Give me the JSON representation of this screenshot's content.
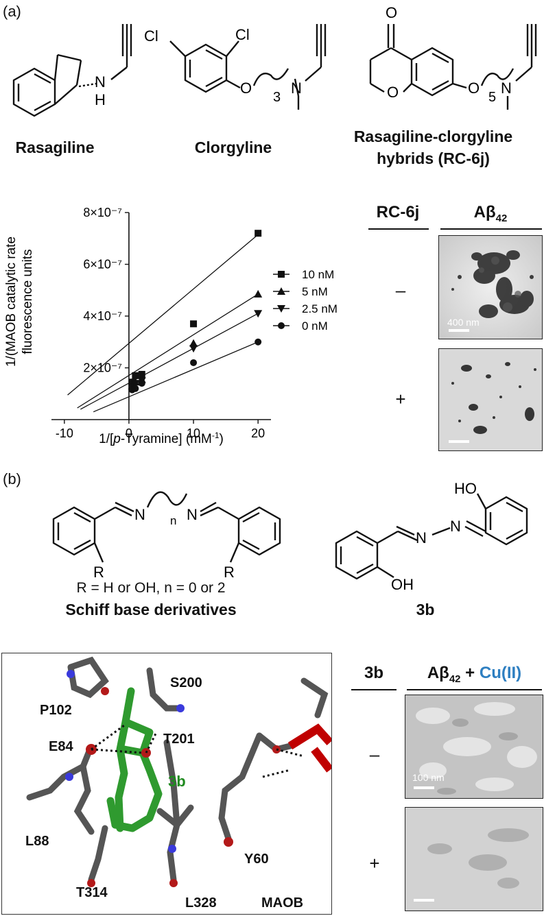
{
  "panel_a": {
    "label": "(a)",
    "compounds": {
      "rasagiline": "Rasagiline",
      "clorgyline": "Clorgyline",
      "hybrid_line1": "Rasagiline-clorgyline",
      "hybrid_line2_prefix": "hybrids (",
      "hybrid_line2_name": "RC-6j",
      "hybrid_line2_suffix": ")"
    },
    "struct_labels": {
      "nh_n": "N",
      "nh_h": "H",
      "cl1": "Cl",
      "cl2": "Cl",
      "o_clorg": "O",
      "n_clorg": "N",
      "sub_clorg": "3",
      "o_keto": "O",
      "o_ring": "O",
      "o_hyb": "O",
      "n_hyb": "N",
      "sub_hyb": "5"
    },
    "em_table": {
      "col1": "RC-6j",
      "col2_base": "Aβ",
      "col2_sub": "42",
      "rows": [
        "–",
        "+"
      ],
      "scale_label": "400 nm"
    }
  },
  "chart_data": {
    "type": "scatter",
    "xlabel_prefix": "1/[",
    "xlabel_italic": "p",
    "xlabel_suffix": "-Tyramine] (mM",
    "xlabel_sup": "-1",
    "xlabel_end": ")",
    "ylabel_line1": "1/(MAOB catalytic rate",
    "ylabel_line2": "fluorescence units",
    "xlim": [
      -12,
      22
    ],
    "ylim": [
      0,
      8e-07
    ],
    "xticks": [
      -10,
      0,
      10,
      20
    ],
    "xtick_labels": [
      "-10",
      "0",
      "10",
      "20"
    ],
    "yticks": [
      2e-07,
      4e-07,
      6e-07,
      8e-07
    ],
    "ytick_labels": [
      "2×10⁻⁷",
      "4×10⁻⁷",
      "6×10⁻⁷",
      "8×10⁻⁷"
    ],
    "legend_position": "right",
    "series": [
      {
        "name": "10 nM",
        "marker": "square",
        "x": [
          0.5,
          1,
          2,
          10,
          20
        ],
        "y": [
          1.45e-07,
          1.7e-07,
          1.75e-07,
          3.7e-07,
          7.2e-07
        ],
        "line_x": [
          -9.5,
          20
        ],
        "line_y": [
          9.5e-08,
          7.15e-07
        ]
      },
      {
        "name": "5 nM",
        "marker": "triangle-up",
        "x": [
          0.5,
          1,
          2,
          10,
          20
        ],
        "y": [
          1.3e-07,
          1.45e-07,
          1.55e-07,
          2.95e-07,
          4.85e-07
        ],
        "line_x": [
          -8,
          20
        ],
        "line_y": [
          4.5e-08,
          4.85e-07
        ]
      },
      {
        "name": "2.5 nM",
        "marker": "triangle-down",
        "x": [
          0.5,
          1,
          2,
          10,
          20
        ],
        "y": [
          1.25e-07,
          1.4e-07,
          1.5e-07,
          2.75e-07,
          4.1e-07
        ],
        "line_x": [
          -7.5,
          20
        ],
        "line_y": [
          4e-08,
          4.1e-07
        ]
      },
      {
        "name": "0 nM",
        "marker": "circle",
        "x": [
          0.5,
          1,
          2,
          10,
          20
        ],
        "y": [
          1.15e-07,
          1.2e-07,
          1.4e-07,
          2.2e-07,
          3e-07
        ],
        "line_x": [
          -5.5,
          20
        ],
        "line_y": [
          3e-08,
          3e-07
        ]
      }
    ]
  },
  "panel_b": {
    "label": "(b)",
    "schiff": {
      "n1": "N",
      "n2": "N",
      "sub_n": "n",
      "r1": "R",
      "r2": "R",
      "r_def": "R = H or OH, n = 0 or 2",
      "name": "Schiff base derivatives"
    },
    "compound_3b": {
      "ho": "HO",
      "oh": "OH",
      "n1": "N",
      "n2": "N",
      "name": "3b"
    },
    "docking": {
      "residues": [
        "P102",
        "S200",
        "E84",
        "T201",
        "L88",
        "T314",
        "L328",
        "Y60"
      ],
      "ligand": "3b",
      "protein": "MAOB",
      "ligand_color": "#1f8a1f"
    },
    "em_table": {
      "col1": "3b",
      "col2_base": "Aβ",
      "col2_sub": "42",
      "col2_plus": " + ",
      "col2_cu": "Cu(II)",
      "cu_color": "#2e7fc1",
      "rows": [
        "–",
        "+"
      ],
      "scale_label": "100 nm"
    }
  }
}
